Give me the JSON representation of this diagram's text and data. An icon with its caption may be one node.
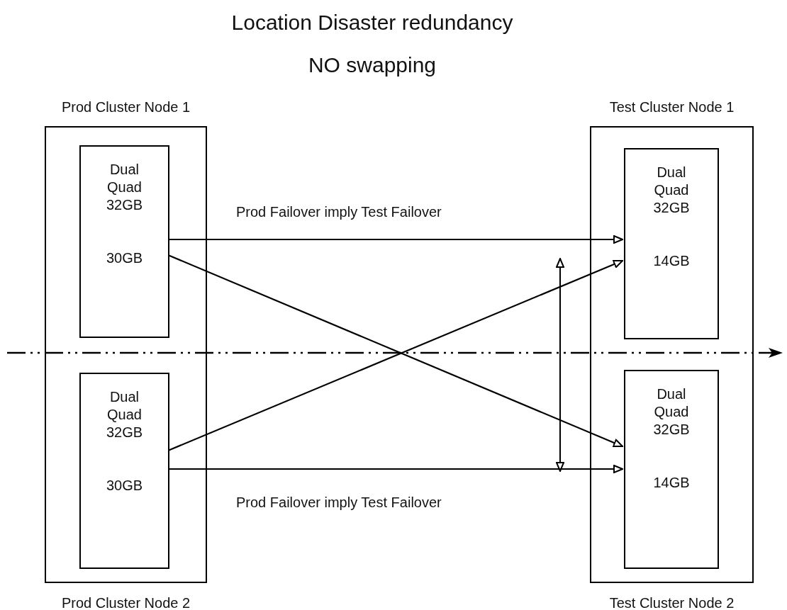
{
  "diagram": {
    "title": "Location Disaster redundancy",
    "nodes": [
      {
        "text": [
          "Prod Cluster Node 1",
          "Prod Cluster Node 2"
        ]
      },
      {
        "text": [
          "Dual Quad 32GB",
          "30GB"
        ],
        "in": 0
      },
      {
        "text": [
          "Dual Quad 32GB",
          "30GB"
        ],
        "in": 0
      },
      {
        "text": [
          "Test Cluster Node 1",
          "Test Cluster Node 2"
        ]
      },
      {
        "text": [
          "Dual Quad 32GB",
          "14GB"
        ],
        "in": 3
      },
      {
        "text": [
          "Dual Quad 32GB",
          "14GB"
        ],
        "in": 3
      }
    ],
    "edges": [
      {
        "from": 1,
        "to": 4,
        "arrow": "to"
      },
      {
        "from": 1,
        "to": 5,
        "arrow": "to"
      },
      {
        "from": 2,
        "to": 4,
        "arrow": "to"
      },
      {
        "from": 2,
        "to": 5,
        "arrow": "to"
      }
    ],
    "labels": [
      "NO swapping",
      "Prod Failover imply Test Failover",
      "Prod Failover imply Test Failover"
    ]
  }
}
